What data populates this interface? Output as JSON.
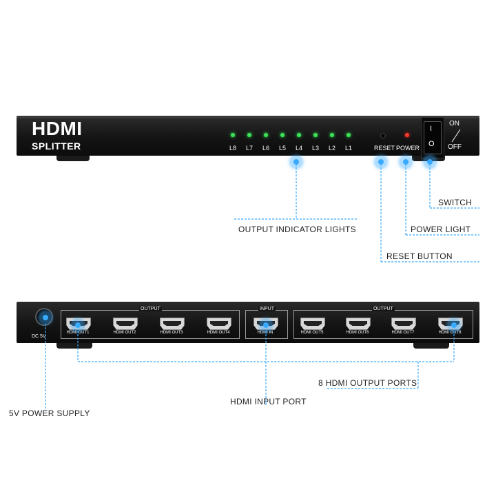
{
  "front_panel": {
    "brand_line1": "HDMI",
    "brand_line2": "SPLITTER",
    "led_labels": [
      "L8",
      "L7",
      "L6",
      "L5",
      "L4",
      "L3",
      "L2",
      "L1"
    ],
    "reset_label": "RESET",
    "power_label": "POWER",
    "switch_on": "ON",
    "switch_off": "OFF",
    "rocker_top": "I",
    "rocker_bottom": "O"
  },
  "back_panel": {
    "dc_label": "DC 5V",
    "output_group_label_left": "OUTPUT",
    "input_group_label": "INPUT",
    "output_group_label_right": "OUTPUT",
    "ports": [
      "HDMI OUT1",
      "HDMI OUT2",
      "HDMI OUT3",
      "HDMI OUT4",
      "HDMI IN",
      "HDMI OUT5",
      "HDMI OUT6",
      "HDMI OUT7",
      "HDMI OUT8"
    ]
  },
  "callouts": {
    "output_indicator_lights": "OUTPUT INDICATOR LIGHTS",
    "switch": "SWITCH",
    "power_light": "POWER LIGHT",
    "reset_button": "RESET BUTTON",
    "hdmi_output_ports": "8 HDMI OUTPUT PORTS",
    "hdmi_input_port": "HDMI INPUT PORT",
    "power_supply": "5V POWER SUPPLY"
  },
  "colors": {
    "callout_line": "#38aaff",
    "led_green": "#3fe05a",
    "led_red": "#ff3a2a",
    "device_body": "#141414"
  }
}
